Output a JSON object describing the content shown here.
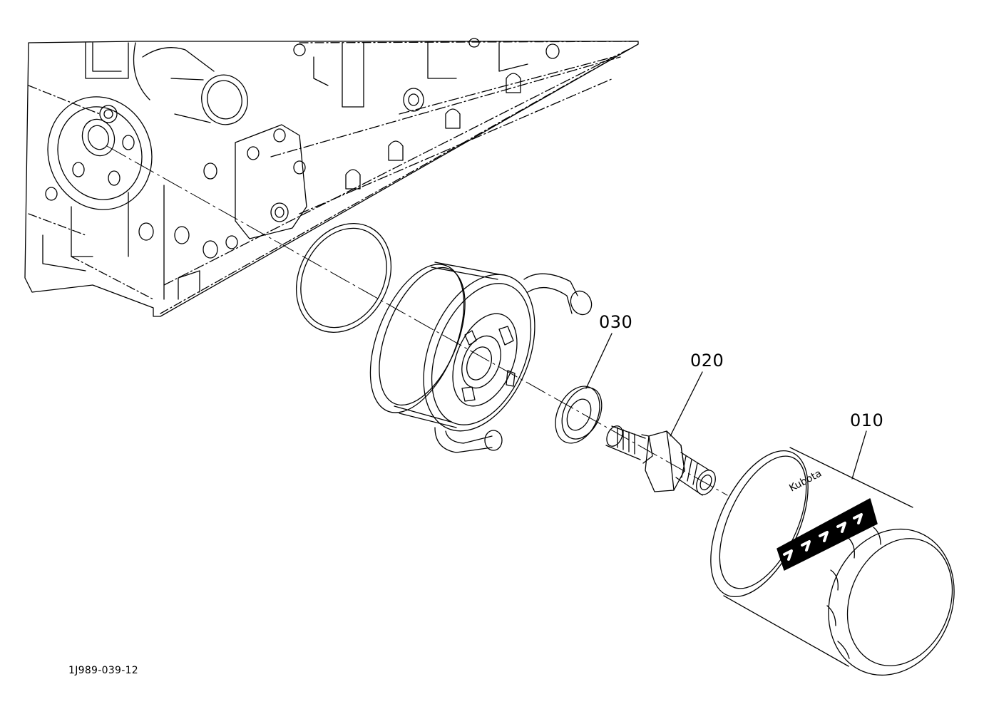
{
  "callouts": {
    "part_030": "030",
    "part_020": "020",
    "part_010": "010"
  },
  "figure_id": "1J989-039-12",
  "filter_brand": "Kubota",
  "colors": {
    "line": "#000000",
    "background": "#ffffff"
  }
}
